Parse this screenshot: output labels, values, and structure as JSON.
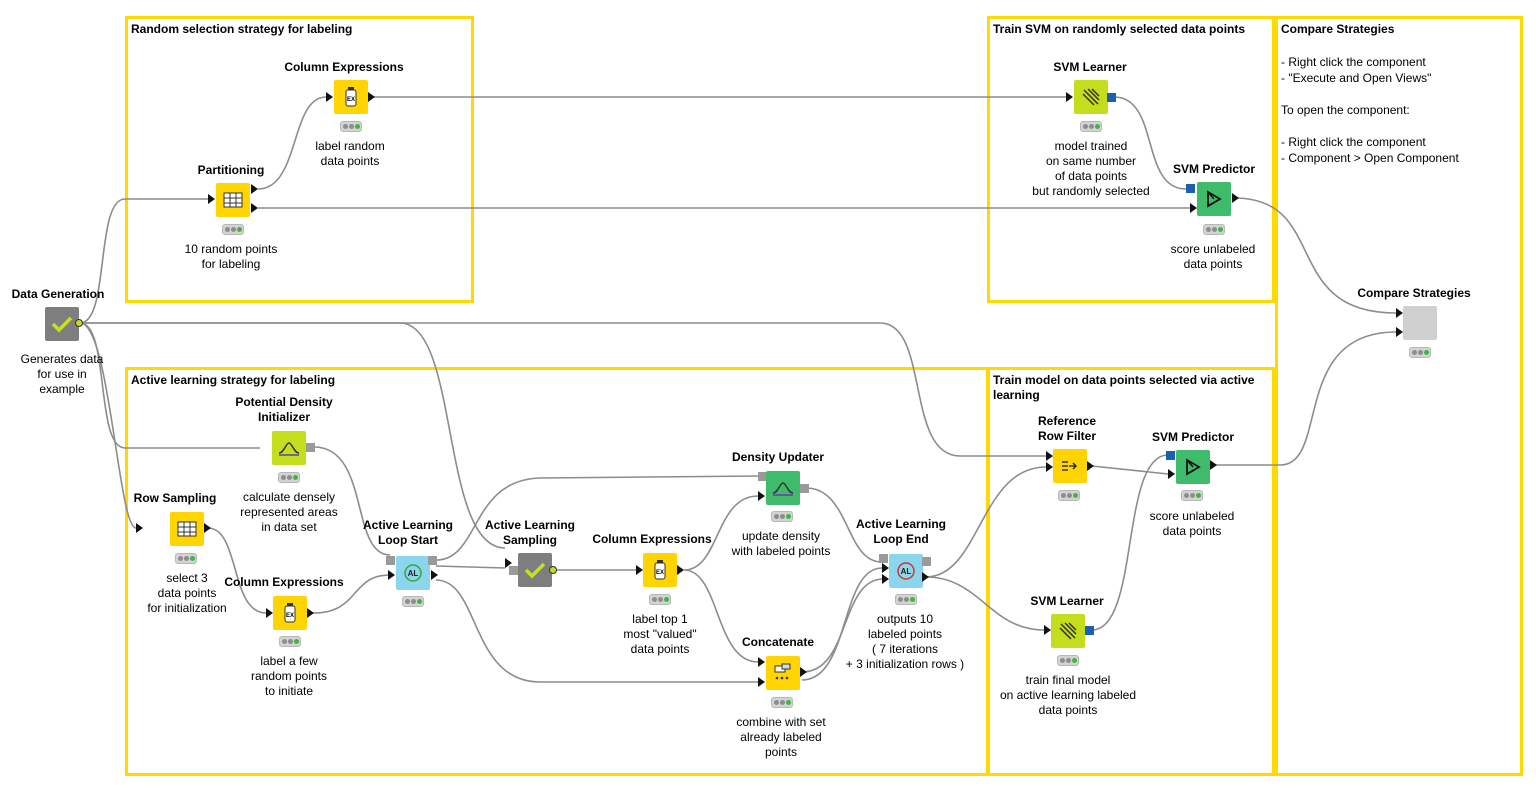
{
  "annotations": {
    "random_strategy": {
      "title": "Random selection strategy for labeling"
    },
    "train_svm_random": {
      "title": "Train SVM on randomly selected data points"
    },
    "compare": {
      "title": "Compare Strategies",
      "body": "- Right click the component\n- \"Execute and Open Views\"\n\nTo open the component:\n\n- Right click the component\n- Component > Open Component"
    },
    "active_strategy": {
      "title": "Active learning strategy for labeling"
    },
    "train_active": {
      "title": "Train model on data points selected via active\nlearning"
    }
  },
  "nodes": {
    "data_generation": {
      "title": "Data Generation",
      "desc": "Generates data\nfor use in\nexample"
    },
    "partitioning": {
      "title": "Partitioning",
      "desc": "10 random points\nfor labeling"
    },
    "column_expressions_top": {
      "title": "Column Expressions",
      "desc": "label random\ndata points"
    },
    "svm_learner_top": {
      "title": "SVM Learner",
      "desc": "model trained\non same number\nof data points\nbut randomly selected"
    },
    "svm_predictor_top": {
      "title": "SVM Predictor",
      "desc": "score unlabeled\ndata points"
    },
    "compare_strategies": {
      "title": "Compare Strategies"
    },
    "potential_density": {
      "title": "Potential Density\nInitializer",
      "desc": "calculate densely\nrepresented areas\nin data set"
    },
    "row_sampling": {
      "title": "Row Sampling",
      "desc": "select 3\ndata points\nfor initialization"
    },
    "column_expressions_init": {
      "title": "Column Expressions",
      "desc": "label a few\nrandom points\nto initiate"
    },
    "al_loop_start": {
      "title": "Active Learning\nLoop Start"
    },
    "al_sampling": {
      "title": "Active Learning\nSampling"
    },
    "column_expressions_mid": {
      "title": "Column Expressions",
      "desc": "label top 1\nmost \"valued\"\ndata points"
    },
    "density_updater": {
      "title": "Density Updater",
      "desc": "update density\nwith labeled points"
    },
    "concatenate": {
      "title": "Concatenate",
      "desc": "combine with set\nalready labeled\npoints"
    },
    "al_loop_end": {
      "title": "Active Learning\nLoop End",
      "desc": "outputs 10\nlabeled points\n( 7 iterations\n+ 3 initialization rows )"
    },
    "reference_row_filter": {
      "title": "Reference\nRow Filter"
    },
    "svm_predictor_bottom": {
      "title": "SVM Predictor",
      "desc": "score unlabeled\ndata points"
    },
    "svm_learner_bottom": {
      "title": "SVM Learner",
      "desc": "train final model\non active learning labeled\ndata points"
    }
  },
  "colors": {
    "annotation_border": "#ffd900",
    "manipulator": "#ffd400",
    "learner": "#c4de1e",
    "predictor": "#3fbb6c",
    "loop": "#8bd6ec",
    "component": "#7e7e7e",
    "component_light": "#cfcfcf",
    "wire": "#8c8c8c"
  }
}
